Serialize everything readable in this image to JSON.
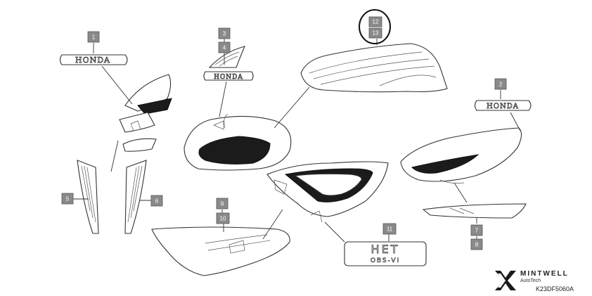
{
  "callouts": {
    "c1": "1",
    "c2": "2",
    "c3": "3",
    "c4": "4",
    "c5": "5",
    "c6": "6",
    "c7": "7",
    "c8": "8",
    "c9": "9",
    "c10": "10",
    "c11": "11",
    "c12": "12",
    "c13": "13"
  },
  "decals": {
    "honda_left": "HONDA",
    "honda_wing": "HONDA",
    "honda_right": "HONDA",
    "hete_top": "HET",
    "hete_bottom": "OBS-VI"
  },
  "brand": {
    "name": "MINTWELL",
    "sub": "AutoTech",
    "code": "K23DF5060A"
  },
  "colors": {
    "callout_fill": "#8a8a8a",
    "highlight_ring": "#111111"
  }
}
